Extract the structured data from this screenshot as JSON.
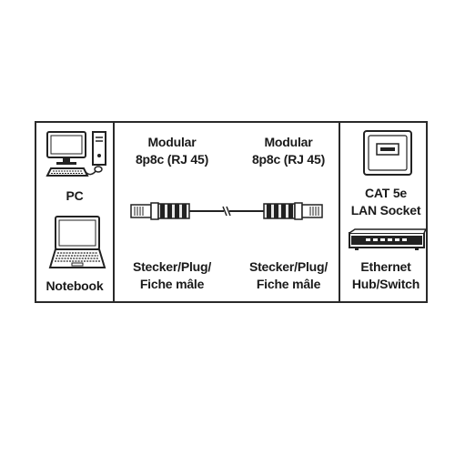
{
  "left_panel": {
    "pc_label": "PC",
    "notebook_label": "Notebook"
  },
  "cable": {
    "left_connector": {
      "title_line1": "Modular",
      "title_line2": "8p8c (RJ 45)",
      "type_line1": "Stecker/Plug/",
      "type_line2": "Fiche mâle"
    },
    "right_connector": {
      "title_line1": "Modular",
      "title_line2": "8p8c (RJ 45)",
      "type_line1": "Stecker/Plug/",
      "type_line2": "Fiche mâle"
    }
  },
  "right_panel": {
    "socket_line1": "CAT 5e",
    "socket_line2": "LAN Socket",
    "switch_line1": "Ethernet",
    "switch_line2": "Hub/Switch"
  },
  "icons": [
    "desktop-pc-icon",
    "notebook-icon",
    "rj45-plug-icon",
    "lan-socket-icon",
    "switch-icon"
  ]
}
